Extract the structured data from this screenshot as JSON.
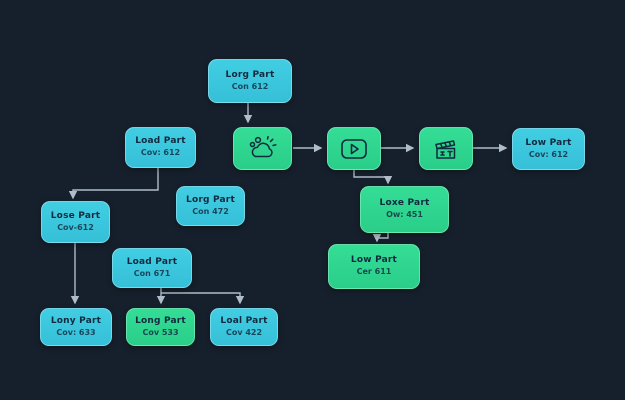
{
  "canvas": {
    "background_color": "#16202c",
    "connector_color": "#aebdc8",
    "cyan_node_color": "#38c5dc",
    "green_node_color": "#2ed68f",
    "node_text_color": "#122a3f"
  },
  "nodes": {
    "top": {
      "title": "Lorg Part",
      "subtitle": "Con 612"
    },
    "load612": {
      "title": "Load Part",
      "subtitle": "Cov: 612"
    },
    "lose612": {
      "title": "Lose Part",
      "subtitle": "Cov-612"
    },
    "lorg472": {
      "title": "Lorg Part",
      "subtitle": "Con 472"
    },
    "loxe451": {
      "title": "Loxe Part",
      "subtitle": "Ow: 451"
    },
    "low611": {
      "title": "Low Part",
      "subtitle": "Cer 611"
    },
    "load671": {
      "title": "Load Part",
      "subtitle": "Con 671"
    },
    "lony633": {
      "title": "Lony Part",
      "subtitle": "Cov: 633"
    },
    "long533": {
      "title": "Long Part",
      "subtitle": "Cov 533"
    },
    "loal422": {
      "title": "Loal Part",
      "subtitle": "Cov 422"
    },
    "low612": {
      "title": "Low Part",
      "subtitle": "Cov: 612"
    }
  },
  "icons": {
    "cloud": "cloud-doodle-icon",
    "play": "play-button-icon",
    "clapper": "clapperboard-icon"
  }
}
